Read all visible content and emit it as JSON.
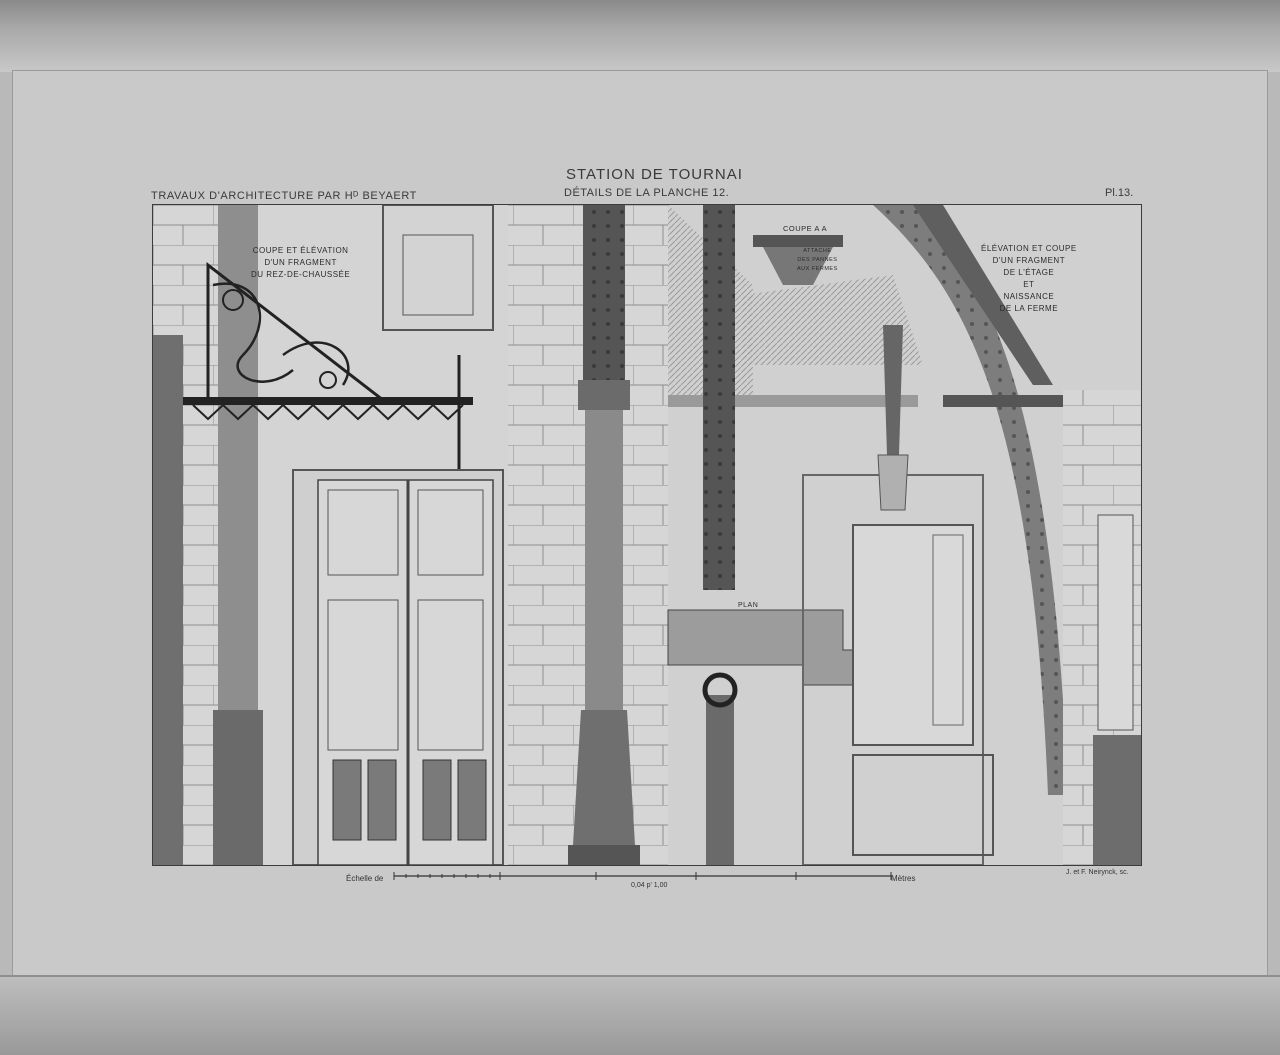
{
  "sheet": {
    "title": "STATION DE TOURNAI",
    "subtitle": "DÉTAILS DE LA PLANCHE 12.",
    "header_left": "TRAVAUX D'ARCHITECTURE PAR Hᴰ BEYAERT",
    "plate_number": "Pl.13."
  },
  "labels": {
    "coupe_elevation": "COUPE ET ÉLÉVATION\nD'UN FRAGMENT\nDU REZ-DE-CHAUSSÉE",
    "elevation_coupe": "ÉLÉVATION ET COUPE\nD'UN FRAGMENT\nDE L'ÉTAGE\nET\nNAISSANCE\nDE LA FERME",
    "coupe_aa": "COUPE A A",
    "attache": "ATTACHE\nDES PANNES\nAUX FERMES",
    "plan": "PLAN"
  },
  "scale": {
    "label": "Échelle de",
    "ratio": "0,04 p' 1,00",
    "unit": "Mètres"
  },
  "credit": "J. et F. Neirynck, sc."
}
